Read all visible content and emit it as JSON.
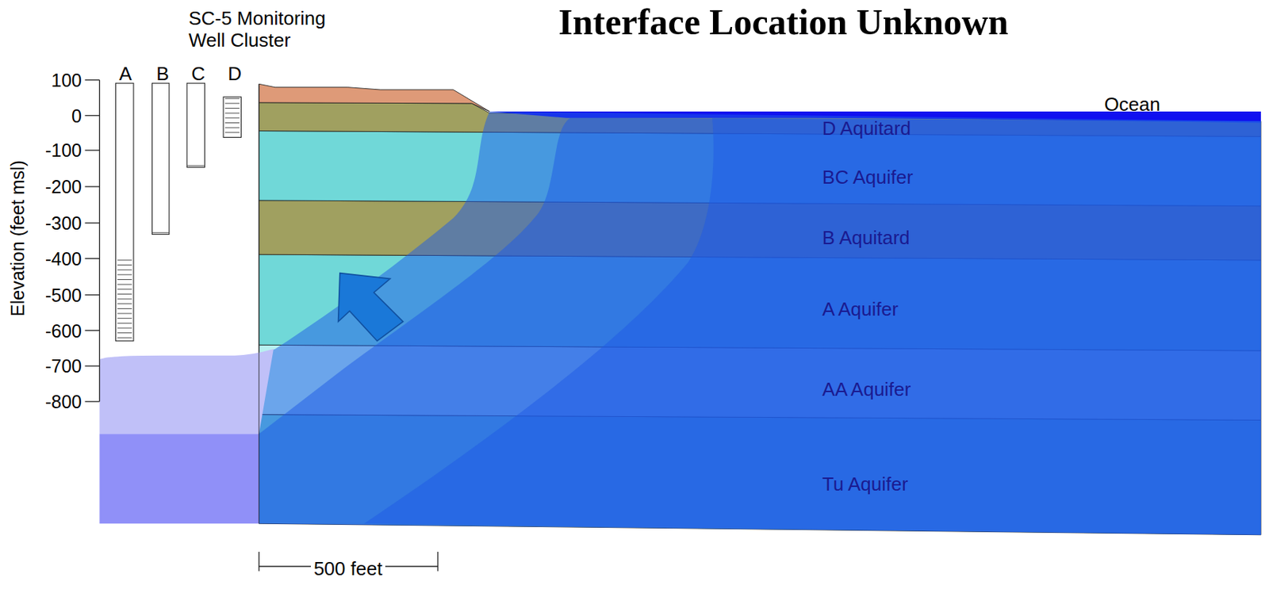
{
  "diagram": {
    "title": "Interface Location Unknown",
    "labels": [
      "SC-5 Monitoring Well Cluster",
      "A",
      "B",
      "C",
      "D",
      "100",
      "0",
      "-100",
      "-200",
      "-300",
      "-400",
      "-500",
      "-600",
      "-700",
      "-800",
      "Elevation (feet msl)",
      "Ocean",
      "D Aquitard",
      "BC Aquifer",
      "B Aquitard",
      "A Aquifer",
      "AA Aquifer",
      "Tu Aquifer",
      "500 feet"
    ]
  }
}
